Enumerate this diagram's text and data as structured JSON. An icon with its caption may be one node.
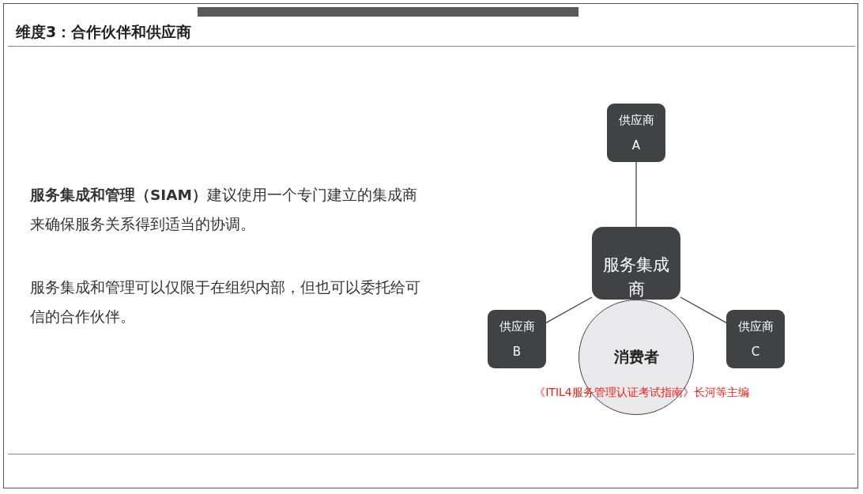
{
  "diagram": {
    "title": "维度3：合作伙伴和供应商",
    "nodes": [
      {
        "text": [
          "供应商",
          "A"
        ]
      },
      {
        "text": [
          "服务集成商"
        ]
      },
      {
        "text": [
          "供应商",
          "B"
        ]
      },
      {
        "text": [
          "消费者"
        ]
      },
      {
        "text": [
          "供应商",
          "C"
        ]
      }
    ],
    "edges": [
      {
        "from": 0,
        "to": 1,
        "arrow": "none"
      },
      {
        "from": 2,
        "to": 1,
        "arrow": "none"
      },
      {
        "from": 4,
        "to": 1,
        "arrow": "none"
      }
    ],
    "labels": [
      "**服务集成和管理（SIAM）**建议使用一个专门建立的集成商来确保服务关系得到适当的协调。",
      "服务集成和管理可以仅限于在组织内部，但也可以委托给可信的合作伙伴。",
      "《ITIL4服务管理认证考试指南》长河等主编"
    ]
  }
}
